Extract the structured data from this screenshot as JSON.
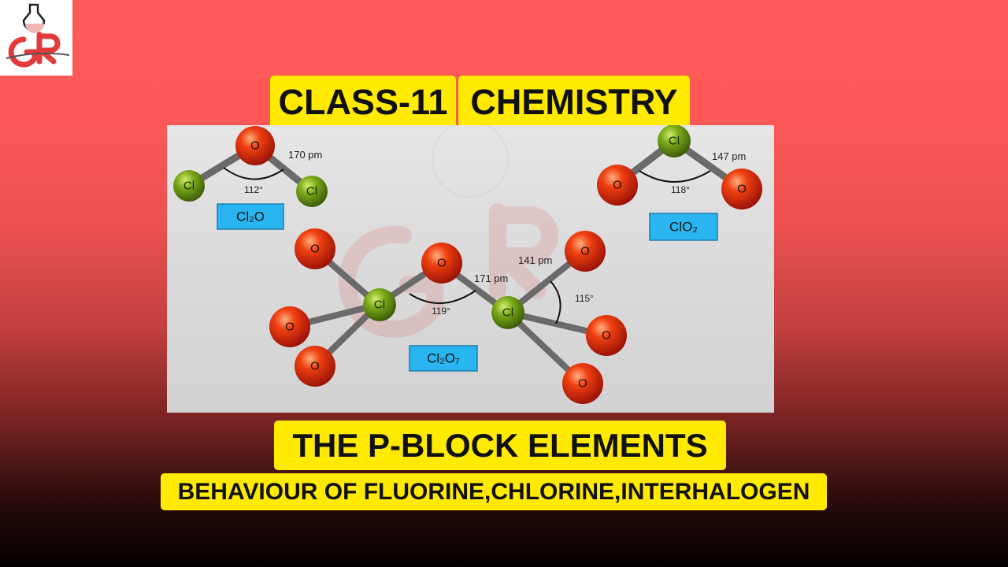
{
  "logo": {
    "text": "GR"
  },
  "header": {
    "class_label": "CLASS-11",
    "subject_label": "CHEMISTRY"
  },
  "footer": {
    "chapter_title": "THE P-BLOCK ELEMENTS",
    "subtitle": "BEHAVIOUR OF FLUORINE,CHLORINE,INTERHALOGEN"
  },
  "diagram": {
    "cl2o": {
      "formula": "Cl₂O",
      "bond_length": "170 pm",
      "angle": "112°"
    },
    "clo2": {
      "formula": "ClO₂",
      "bond_length": "147 pm",
      "angle": "118°"
    },
    "cl2o7": {
      "formula": "Cl₂O₇",
      "bridge_bond": "171 pm",
      "terminal_bond": "141 pm",
      "bridge_angle": "119°",
      "o_cl_o_angle": "115°"
    },
    "atom_labels": {
      "oxygen": "O",
      "chlorine": "Cl"
    },
    "colors": {
      "oxygen": "#d8200c",
      "chlorine": "#6f9a12",
      "label_box": "#29b6f0"
    }
  }
}
